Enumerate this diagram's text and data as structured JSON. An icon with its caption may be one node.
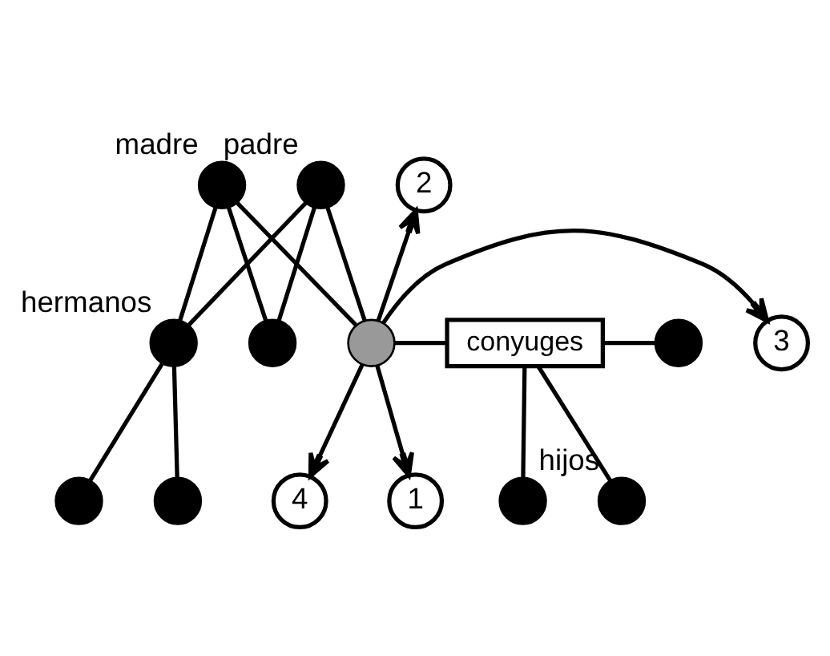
{
  "diagram": {
    "nodes": [
      {
        "text": [
          "padre"
        ]
      },
      {
        "text": [
          "madre"
        ]
      },
      {
        "text": [
          "2"
        ]
      },
      {
        "text": [
          "hermanos"
        ]
      },
      {
        "text": [],
        "shape": "circle"
      },
      {
        "text": [],
        "shape": "circle"
      },
      {
        "text": [
          "conyuges"
        ]
      },
      {
        "text": [],
        "shape": "circle"
      },
      {
        "text": [
          "3"
        ]
      },
      {
        "text": [
          "4"
        ]
      },
      {
        "text": [],
        "shape": "circle"
      },
      {
        "text": [],
        "shape": "circle"
      },
      {
        "text": [],
        "shape": "circle"
      },
      {
        "text": [
          "hijos"
        ]
      },
      {
        "text": [
          "1"
        ]
      }
    ],
    "edges": [
      {
        "from": 0,
        "to": 3,
        "arrow": "none"
      },
      {
        "from": 0,
        "to": 4,
        "arrow": "none"
      },
      {
        "from": 0,
        "to": 5,
        "arrow": "none"
      },
      {
        "from": 1,
        "to": 3,
        "arrow": "none"
      },
      {
        "from": 1,
        "to": 4,
        "arrow": "none"
      },
      {
        "from": 1,
        "to": 5,
        "arrow": "none"
      },
      {
        "from": 5,
        "to": 6,
        "arrow": "none"
      },
      {
        "from": 6,
        "to": 7,
        "arrow": "none"
      },
      {
        "from": 3,
        "to": 10,
        "arrow": "none"
      },
      {
        "from": 3,
        "to": 11,
        "arrow": "none"
      },
      {
        "from": 6,
        "to": 12,
        "arrow": "none"
      },
      {
        "from": 6,
        "to": 13,
        "arrow": "none"
      },
      {
        "from": 5,
        "to": 2,
        "arrow": "to"
      },
      {
        "from": 5,
        "to": 8,
        "arrow": "to"
      },
      {
        "from": 5,
        "to": 9,
        "arrow": "to"
      },
      {
        "from": 5,
        "to": 14,
        "arrow": "to"
      }
    ]
  }
}
